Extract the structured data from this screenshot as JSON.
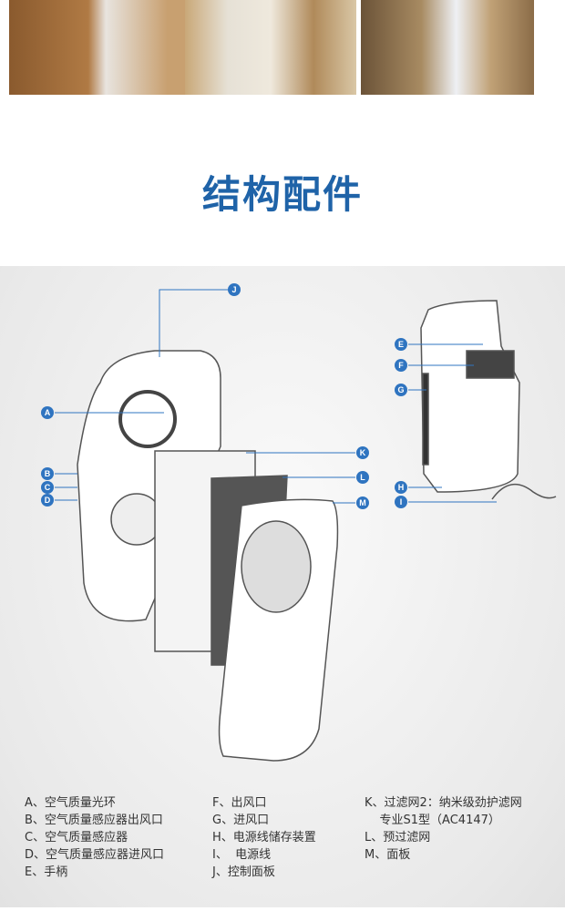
{
  "title": "结构配件",
  "accent": "#2f74c0",
  "callouts": [
    "A",
    "B",
    "C",
    "D",
    "E",
    "F",
    "G",
    "H",
    "I",
    "J",
    "K",
    "L",
    "M"
  ],
  "legend": {
    "col1": [
      "A、空气质量光环",
      "B、空气质量感应器出风口",
      "C、空气质量感应器",
      "D、空气质量感应器进风口",
      "E、手柄"
    ],
    "col2": [
      "F、出风口",
      "G、进风口",
      "H、电源线储存装置",
      "I、  电源线",
      "J、控制面板"
    ],
    "col3": [
      "K、过滤网2：纳米级劲护滤网",
      "    专业S1型（AC4147）",
      "L、预过滤网",
      "M、面板"
    ]
  }
}
